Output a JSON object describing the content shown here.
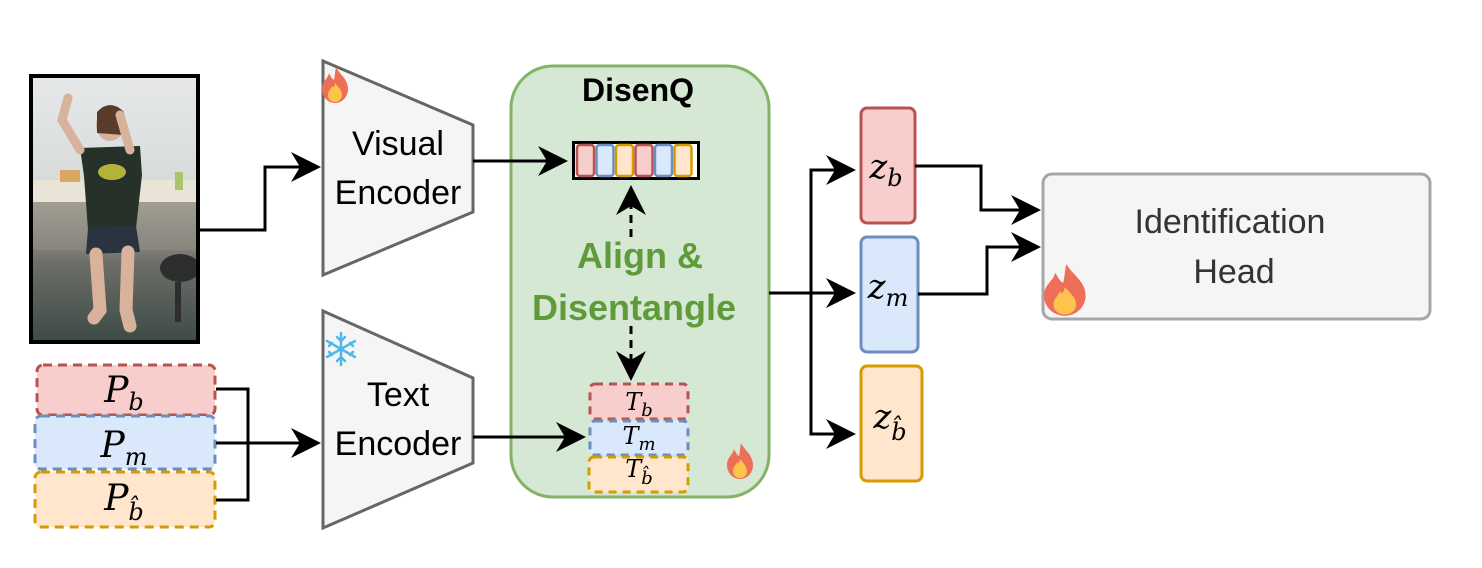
{
  "figure": {
    "input_video": {
      "description": "video frame of a person standing with arms raised in an office"
    },
    "prompts": [
      {
        "symbol": "P",
        "subscript": "b",
        "color": "#b85450",
        "fill": "#f8cecc"
      },
      {
        "symbol": "P",
        "subscript": "m",
        "color": "#6c8ebf",
        "fill": "#dae8fc"
      },
      {
        "symbol": "P",
        "subscript": "b̂",
        "color": "#d79b00",
        "fill": "#ffe6cc"
      }
    ],
    "visual_encoder": {
      "line1": "Visual",
      "line2": "Encoder",
      "status_icon": "fire-icon",
      "status": "trainable"
    },
    "text_encoder": {
      "line1": "Text",
      "line2": "Encoder",
      "status_icon": "snowflake-icon",
      "status": "frozen"
    },
    "disenq": {
      "title": "DisenQ",
      "center_line1": "Align &",
      "center_line2": "Disentangle",
      "status_icon": "fire-icon",
      "queries": [
        "b",
        "m",
        "b̂",
        "b",
        "m",
        "b̂"
      ],
      "text_tokens": [
        {
          "symbol": "T",
          "subscript": "b"
        },
        {
          "symbol": "T",
          "subscript": "m"
        },
        {
          "symbol": "T",
          "subscript": "b̂"
        }
      ]
    },
    "latents": [
      {
        "symbol": "z",
        "subscript": "b"
      },
      {
        "symbol": "z",
        "subscript": "m"
      },
      {
        "symbol": "z",
        "subscript": "b̂"
      }
    ],
    "identification_head": {
      "line1": "Identification",
      "line2": "Head",
      "status_icon": "fire-icon"
    },
    "colors": {
      "red_stroke": "#b85450",
      "red_fill": "#f8cecc",
      "blue_stroke": "#6c8ebf",
      "blue_fill": "#dae8fc",
      "orange_stroke": "#d79b00",
      "orange_fill": "#ffe6cc",
      "green_stroke": "#82b366",
      "green_fill": "#d5e8d4",
      "green_text": "#5f9b3a",
      "gray_stroke": "#666666",
      "gray_fill": "#f5f5f5"
    }
  }
}
